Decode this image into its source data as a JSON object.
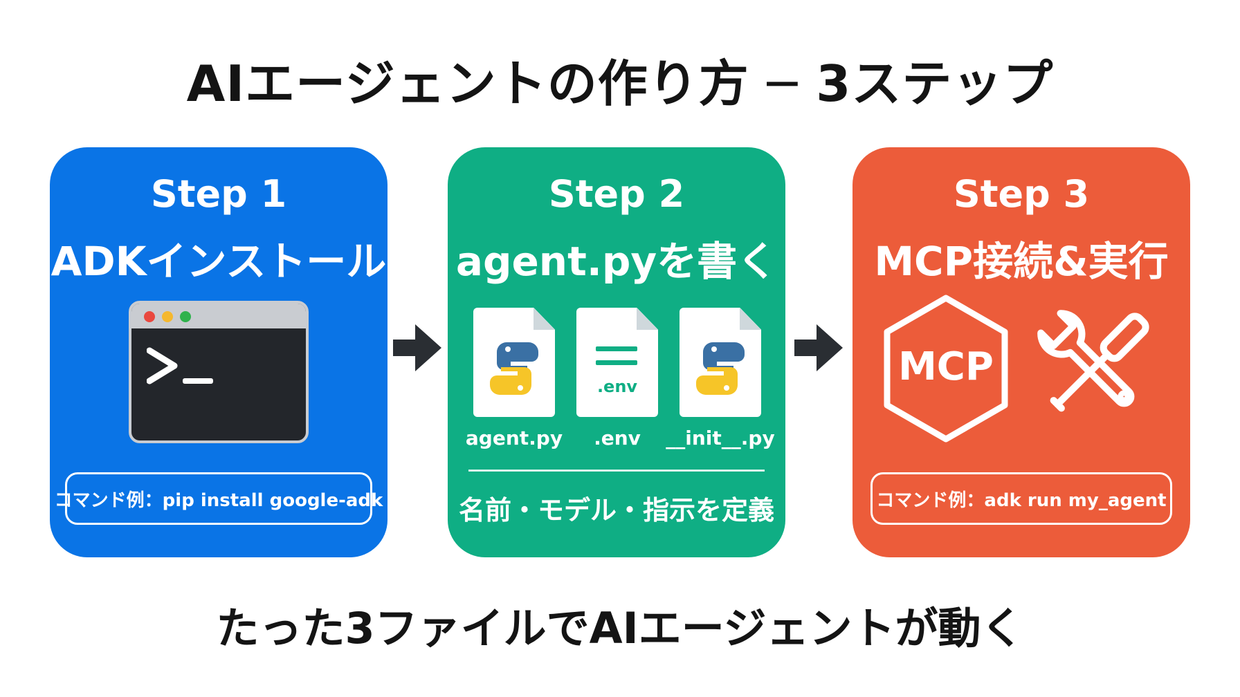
{
  "title": "AIエージェントの作り方 ─ 3ステップ",
  "footer": "たった3ファイルでAIエージェントが動く",
  "colors": {
    "step1": "#0a74e6",
    "step2": "#0fae84",
    "step3": "#ec5c3a",
    "arrow": "#2a2e33",
    "text_dark": "#141414"
  },
  "steps": [
    {
      "label": "Step 1",
      "heading": "ADKインストール",
      "icon": "terminal-icon",
      "command": "コマンド例：pip install google-adk"
    },
    {
      "label": "Step 2",
      "heading": "agent.pyを書く",
      "files": [
        {
          "icon": "python-file-icon",
          "name": "agent.py"
        },
        {
          "icon": "env-file-icon",
          "name": ".env",
          "icon_text": ".env"
        },
        {
          "icon": "python-file-icon",
          "name": "__init__.py"
        }
      ],
      "description": "名前・モデル・指示を定義"
    },
    {
      "label": "Step 3",
      "heading": "MCP接続&実行",
      "icons": [
        "mcp-hexagon-icon",
        "wrench-screwdriver-icon"
      ],
      "badge": "MCP",
      "command": "コマンド例：adk run my_agent"
    }
  ]
}
